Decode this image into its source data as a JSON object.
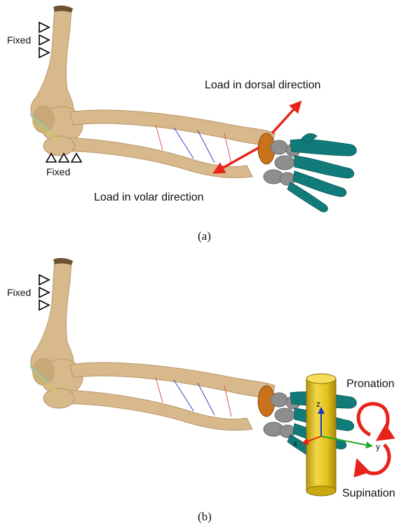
{
  "panel_a": {
    "fixed_top_label": "Fixed",
    "fixed_bottom_label": "Fixed",
    "dorsal_label": "Load in dorsal direction",
    "volar_label": "Load in volar direction",
    "caption": "(a)"
  },
  "panel_b": {
    "fixed_label": "Fixed",
    "pronation_label": "Pronation",
    "supination_label": "Supination",
    "axis_x": "x",
    "axis_y": "y",
    "axis_z": "z",
    "caption": "(b)"
  },
  "colors": {
    "bone": "#d8b98c",
    "carpal": "#8e8e8e",
    "finger": "#117b7a",
    "arrow": "#e8231a",
    "rod": "#e2c21a",
    "axis_z": "#2233cc",
    "axis_y": "#22aa22",
    "axis_x": "#e8231a"
  }
}
